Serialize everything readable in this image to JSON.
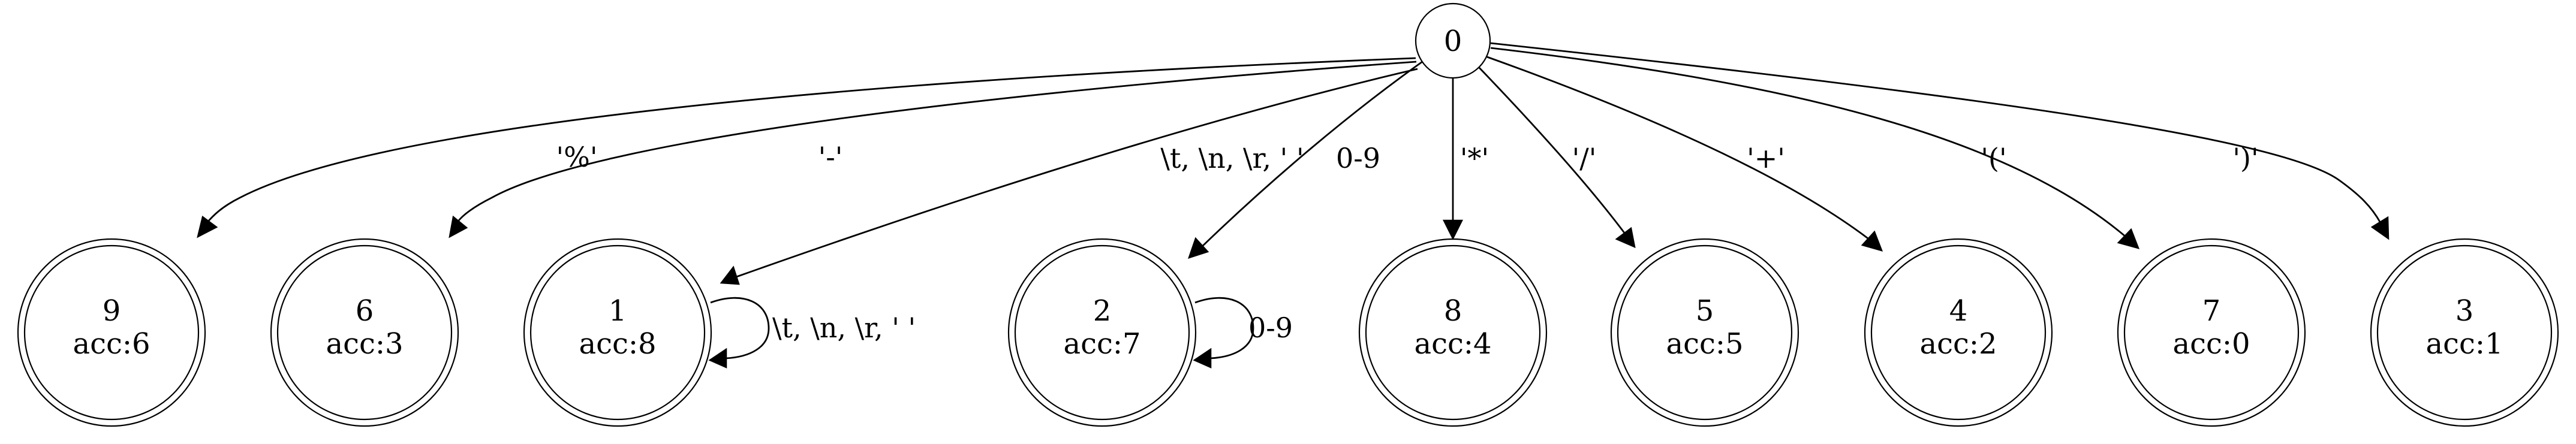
{
  "start_state": {
    "label": "0"
  },
  "states": [
    {
      "id": "9",
      "label": "9",
      "acc": "acc:6"
    },
    {
      "id": "6",
      "label": "6",
      "acc": "acc:3"
    },
    {
      "id": "1",
      "label": "1",
      "acc": "acc:8"
    },
    {
      "id": "2",
      "label": "2",
      "acc": "acc:7"
    },
    {
      "id": "8",
      "label": "8",
      "acc": "acc:4"
    },
    {
      "id": "5",
      "label": "5",
      "acc": "acc:5"
    },
    {
      "id": "4",
      "label": "4",
      "acc": "acc:2"
    },
    {
      "id": "7",
      "label": "7",
      "acc": "acc:0"
    },
    {
      "id": "3",
      "label": "3",
      "acc": "acc:1"
    }
  ],
  "transitions": [
    {
      "from": "0",
      "to": "9",
      "label": "'%'"
    },
    {
      "from": "0",
      "to": "6",
      "label": "'-'"
    },
    {
      "from": "0",
      "to": "1",
      "label": "\\t, \\n, \\r, ' '"
    },
    {
      "from": "0",
      "to": "2",
      "label": "0-9"
    },
    {
      "from": "0",
      "to": "8",
      "label": "'*'"
    },
    {
      "from": "0",
      "to": "5",
      "label": "'/'"
    },
    {
      "from": "0",
      "to": "4",
      "label": "'+'"
    },
    {
      "from": "0",
      "to": "7",
      "label": "'('"
    },
    {
      "from": "0",
      "to": "3",
      "label": "')'"
    },
    {
      "from": "1",
      "to": "1",
      "label": "\\t, \\n, \\r, ' '"
    },
    {
      "from": "2",
      "to": "2",
      "label": "0-9"
    }
  ]
}
